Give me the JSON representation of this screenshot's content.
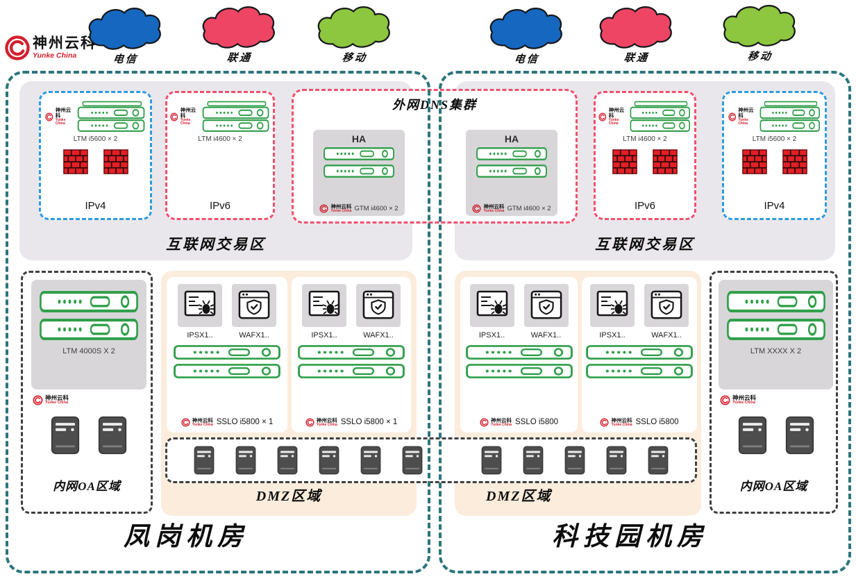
{
  "brand": {
    "name": "神州云科",
    "subtitle": "Yunke China"
  },
  "clouds": [
    {
      "label": "电信",
      "color": "#1667c0"
    },
    {
      "label": "联通",
      "color": "#ee4565"
    },
    {
      "label": "移动",
      "color": "#8dc63f"
    },
    {
      "label": "电信",
      "color": "#1667c0"
    },
    {
      "label": "联通",
      "color": "#ee4565"
    },
    {
      "label": "移动",
      "color": "#8dc63f"
    }
  ],
  "dns_cluster": {
    "title": "外网DNS集群",
    "ha_label": "HA",
    "gtm_device": "GTM i4600 × 2"
  },
  "left_dc": {
    "room_label": "凤岗机房",
    "internet_zone": {
      "label": "互联网交易区",
      "ipv4": {
        "device": "LTM i5600 × 2",
        "label": "IPv4"
      },
      "ipv6": {
        "device": "LTM i4600 × 2",
        "label": "IPv6"
      }
    },
    "oa_zone": {
      "device": "LTM 4000S X 2",
      "label": "内网OA区域"
    },
    "dmz": {
      "label": "DMZ区域",
      "clusters": [
        {
          "ips_label": "IPSX1..",
          "waf_label": "WAFX1..",
          "sslo_label": "SSLO i5800 × 1"
        },
        {
          "ips_label": "IPSX1..",
          "waf_label": "WAFX1..",
          "sslo_label": "SSLO i5800 × 1"
        }
      ]
    }
  },
  "right_dc": {
    "room_label": "科技园机房",
    "internet_zone": {
      "label": "互联网交易区",
      "ipv6": {
        "device": "LTM i4600 × 2",
        "label": "IPv6"
      },
      "ipv4": {
        "device": "LTM i5600 × 2",
        "label": "IPv4"
      }
    },
    "oa_zone": {
      "device": "LTM XXXX X 2",
      "label": "内网OA区域"
    },
    "dmz": {
      "label": "DMZ区域",
      "clusters": [
        {
          "ips_label": "IPSX1..",
          "waf_label": "WAFX1..",
          "sslo_label": "SSLO i5800"
        },
        {
          "ips_label": "IPSX1..",
          "waf_label": "WAFX1..",
          "sslo_label": "SSLO i5800"
        }
      ]
    }
  },
  "colors": {
    "datacenter_border": "#2b757c",
    "ipv4_border": "#2d9bdf",
    "ipv6_border": "#f14f6e",
    "internet_zone_bg": "#e9e7eb",
    "dmz_bg": "#fcecdc",
    "gray_panel_bg": "#d8d6d9",
    "device_green": "#2f9e49",
    "firewall_red": "#e31f26",
    "brand_red": "#d22030"
  }
}
